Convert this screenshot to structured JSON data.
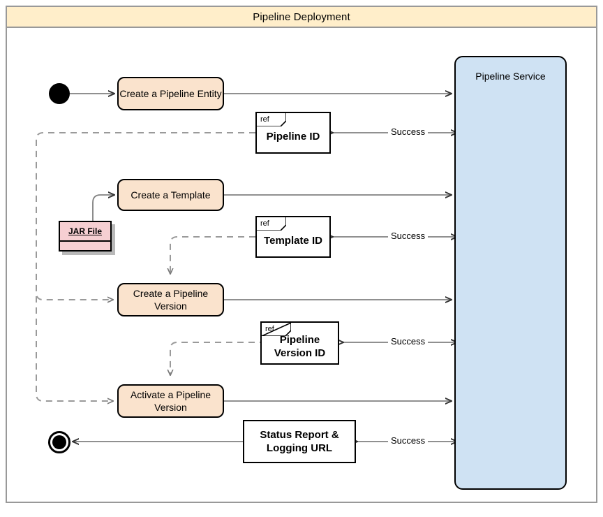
{
  "diagram": {
    "title": "Pipeline Deployment",
    "type": "uml-activity-sequence"
  },
  "colors": {
    "frame_border": "#999999",
    "title_bg": "#ffeeca",
    "activity_fill": "#fae3cd",
    "service_fill": "#cfe2f3",
    "jar_fill": "#f6cfd2",
    "note_fill": "#ffffff",
    "connector": "#808080",
    "border": "#000000"
  },
  "nodes": {
    "start": {
      "name": "start-node"
    },
    "end": {
      "name": "end-node"
    },
    "activities": [
      {
        "id": "create-pipeline-entity",
        "label": "Create a Pipeline Entity"
      },
      {
        "id": "create-template",
        "label": "Create a Template"
      },
      {
        "id": "create-pipeline-version",
        "label": "Create a Pipeline Version"
      },
      {
        "id": "activate-pipeline-version",
        "label": "Activate a Pipeline Version"
      }
    ],
    "notes": [
      {
        "id": "pipeline-id",
        "ref": "ref",
        "label": "Pipeline ID",
        "has_ref": true
      },
      {
        "id": "template-id",
        "ref": "ref",
        "label": "Template ID",
        "has_ref": true
      },
      {
        "id": "pipeline-version-id",
        "ref": "ref",
        "label": "Pipeline Version ID",
        "has_ref": true
      },
      {
        "id": "status-report",
        "ref": "",
        "label": "Status Report & Logging URL",
        "has_ref": false
      }
    ],
    "object": {
      "id": "jar-file",
      "label": "JAR File"
    },
    "service": {
      "id": "pipeline-service",
      "label": "Pipeline Service"
    }
  },
  "edges": {
    "success_label": "Success",
    "success_count": 4
  }
}
